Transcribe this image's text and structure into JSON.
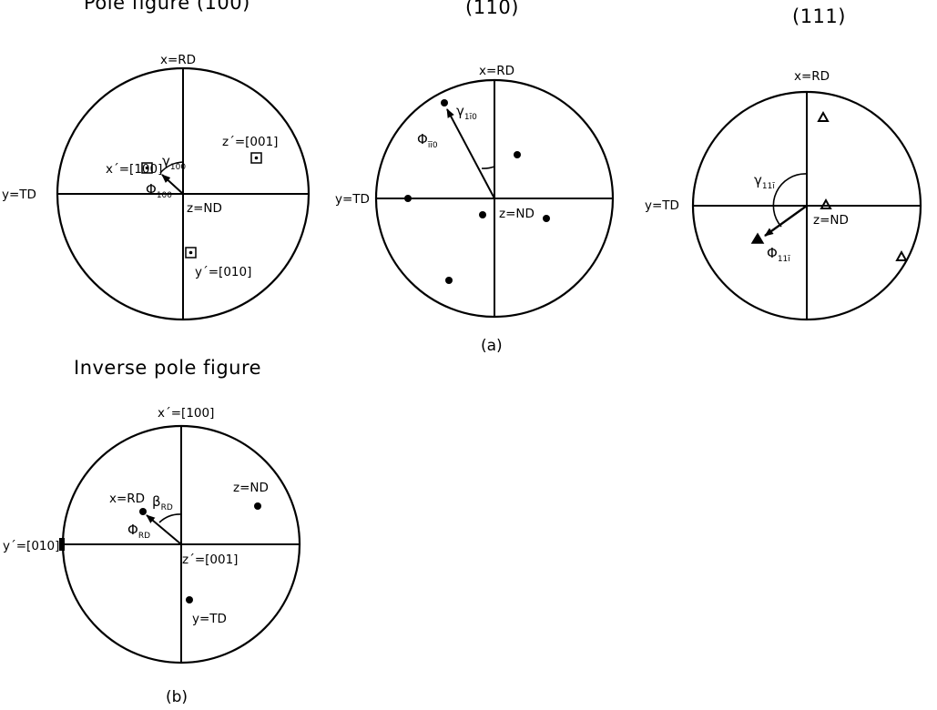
{
  "titles": {
    "pole_figure_100": "Pole figure (100)",
    "pole_figure_110": "(110)",
    "pole_figure_111": "(111)",
    "inverse_pole_figure": "Inverse pole figure"
  },
  "captions": {
    "a": "(a)",
    "b": "(b)"
  },
  "fig100": {
    "top": "x=RD",
    "left": "y=TD",
    "center": "z=ND",
    "pole_x": "x´=[100]",
    "pole_z": "z´=[001]",
    "pole_y": "y´=[010]",
    "gamma": "γ",
    "gamma_sub": "100",
    "phi": "Φ",
    "phi_sub": "100"
  },
  "fig110": {
    "top": "x=RD",
    "left": "y=TD",
    "center": "z=ND",
    "gamma": "γ",
    "gamma_sub": "1ī0",
    "phi": "Φ",
    "phi_sub": "īī0"
  },
  "fig111": {
    "top": "x=RD",
    "left": "y=TD",
    "center": "z=ND",
    "gamma": "γ",
    "gamma_sub": "11ī",
    "phi": "Φ",
    "phi_sub": "11ī"
  },
  "inverse": {
    "top": "x´=[100]",
    "left": "y´=[010]",
    "center": "z´=[001]",
    "point_rd": "x=RD",
    "point_nd": "z=ND",
    "point_td": "y=TD",
    "beta": "β",
    "beta_sub": "RD",
    "phi": "Φ",
    "phi_sub": "RD"
  }
}
